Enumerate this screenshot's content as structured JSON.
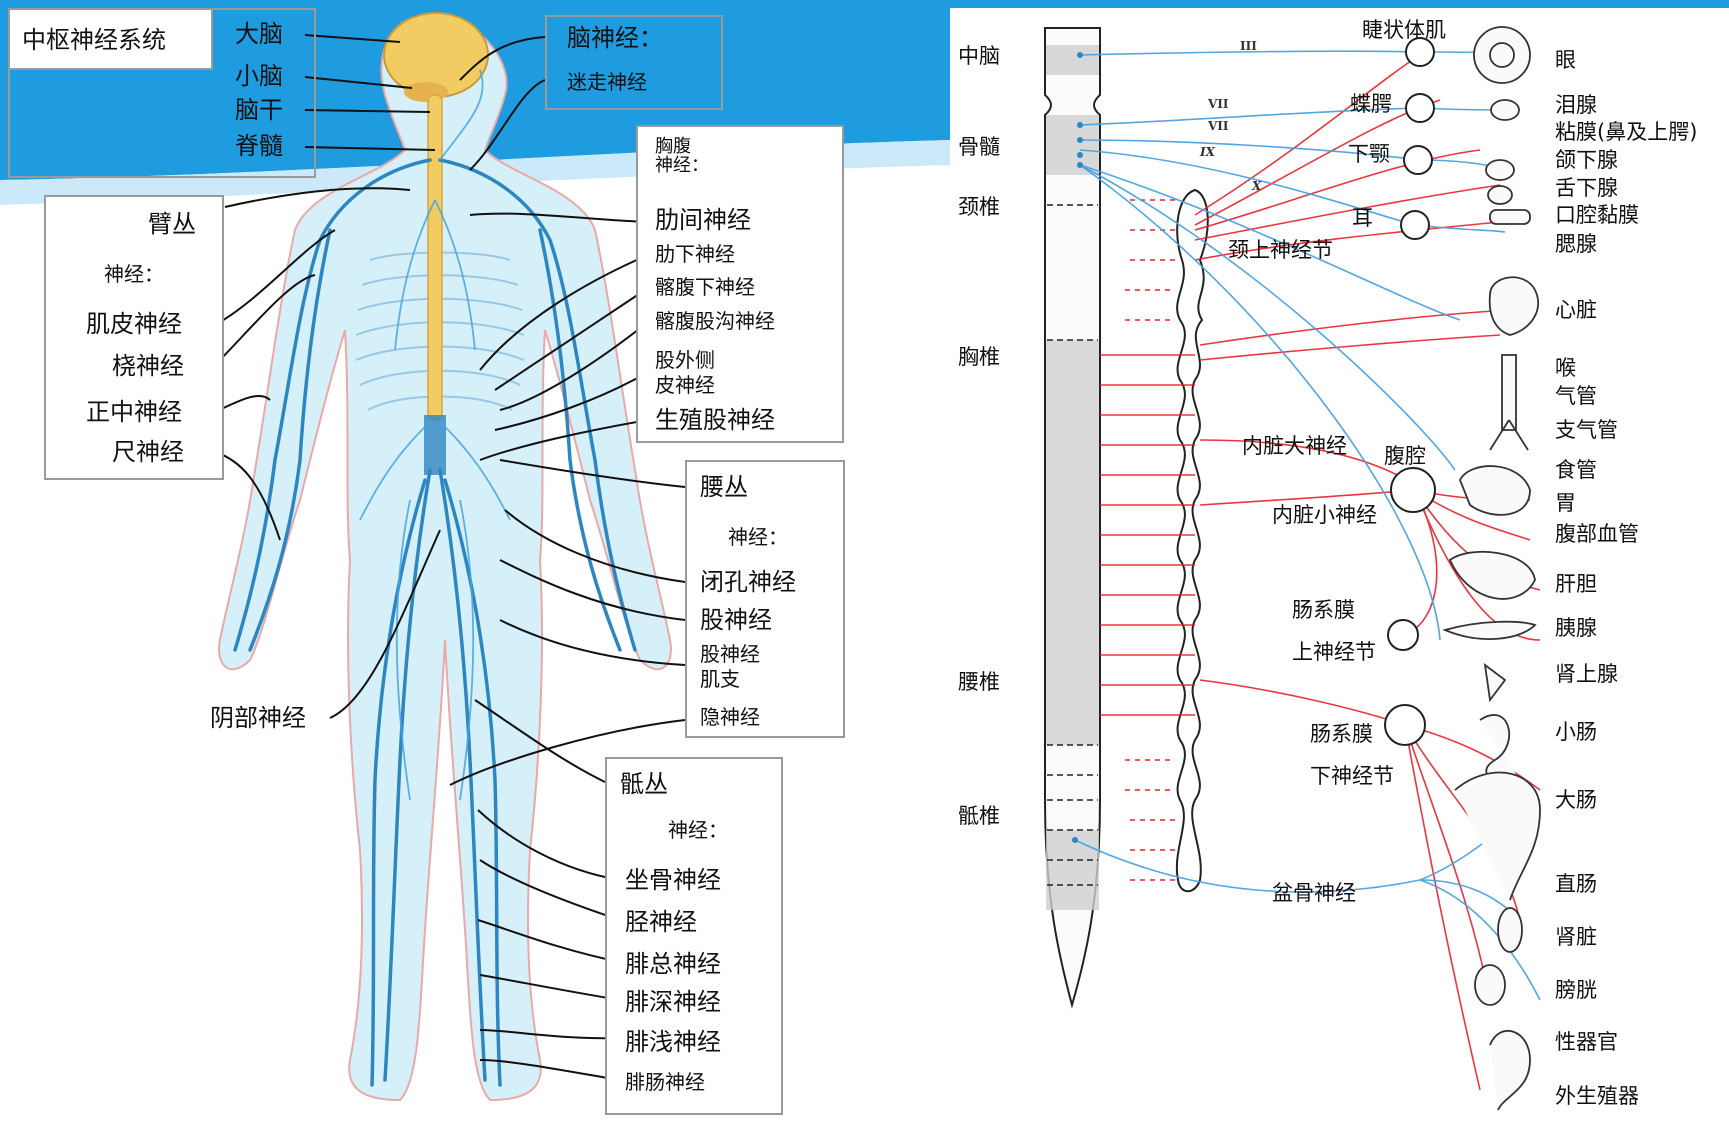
{
  "colors": {
    "slide_blue": "#1f9be0",
    "nerve_blue": "#2e86c1",
    "sympathetic_red": "#e8202a",
    "parasympathetic_blue": "#4aa3df",
    "spinal_yellow": "#f2cc63"
  },
  "left": {
    "cns": {
      "title": "中枢神经系统",
      "items": [
        "大脑",
        "小脑",
        "脑干",
        "脊髓"
      ]
    },
    "cranial": {
      "title": "脑神经：",
      "sub": "迷走神经"
    },
    "thoraco": {
      "title": "胸腹\n神经：",
      "items": [
        "肋间神经",
        "肋下神经",
        "髂腹下神经",
        "髂腹股沟神经",
        "股外侧\n皮神经",
        "生殖股神经"
      ]
    },
    "brachial": {
      "title": "臂丛",
      "sub": "神经：",
      "items": [
        "肌皮神经",
        "桡神经",
        "正中神经",
        "尺神经"
      ]
    },
    "lumbar": {
      "title": "腰丛",
      "sub": "神经：",
      "items": [
        "闭孔神经",
        "股神经",
        "股神经\n肌支",
        "隐神经"
      ]
    },
    "pudendal": "阴部神经",
    "sacral": {
      "title": "骶丛",
      "sub": "神经：",
      "items": [
        "坐骨神经",
        "胫神经",
        "腓总神经",
        "腓深神经",
        "腓浅神经",
        "腓肠神经"
      ]
    }
  },
  "right": {
    "spine_labels": [
      "中脑",
      "骨髓",
      "颈椎",
      "胸椎",
      "腰椎",
      "骶椎"
    ],
    "roman": [
      "III",
      "VII",
      "VII",
      "IX",
      "X"
    ],
    "ganglia": [
      "睫状体肌",
      "蝶腭",
      "下颚",
      "耳"
    ],
    "nerves": [
      "颈上神经节",
      "内脏大神经",
      "腹腔",
      "内脏小神经",
      "肠系膜",
      "上神经节",
      "肠系膜",
      "下神经节",
      "盆骨神经"
    ],
    "organs": [
      "眼",
      "泪腺",
      "粘膜(鼻及上腭)",
      "颌下腺",
      "舌下腺",
      "口腔黏膜",
      "腮腺",
      "心脏",
      "喉",
      "气管",
      "支气管",
      "食管",
      "胃",
      "腹部血管",
      "肝胆",
      "胰腺",
      "肾上腺",
      "小肠",
      "大肠",
      "直肠",
      "肾脏",
      "膀胱",
      "性器官",
      "外生殖器"
    ]
  }
}
